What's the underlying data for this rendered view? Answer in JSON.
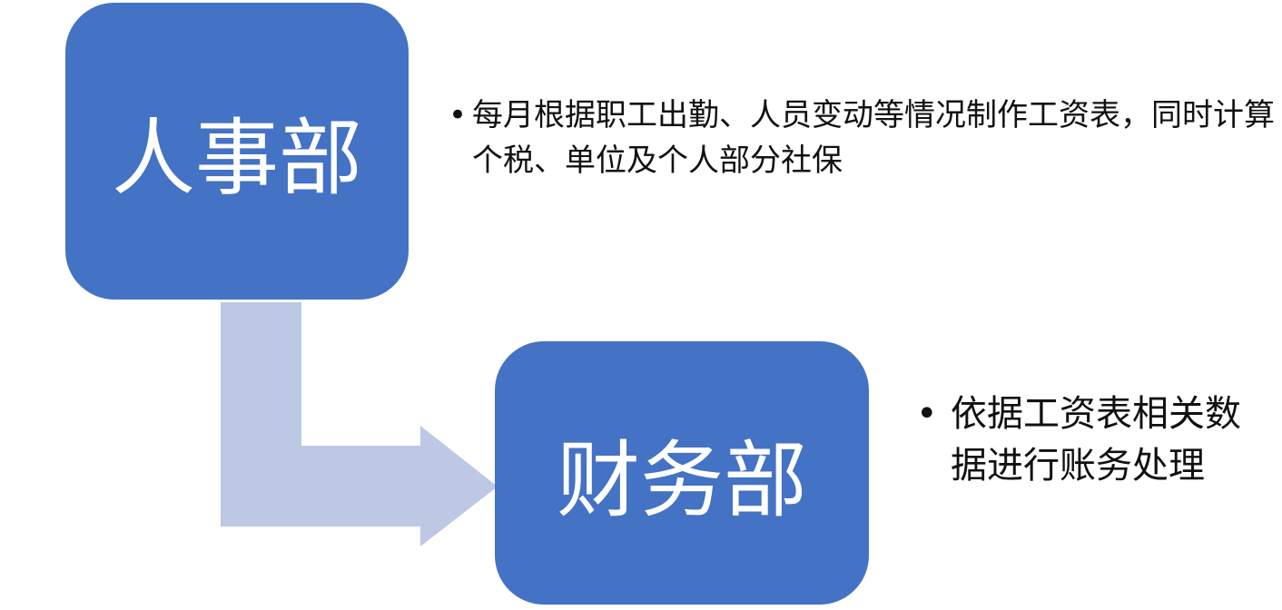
{
  "colors": {
    "box_fill": "#4472c4",
    "arrow_fill": "#bdc8e4",
    "box_text": "#ffffff",
    "body_text": "#111111"
  },
  "nodes": [
    {
      "title": "人事部",
      "description": "每月根据职工出勤、人员变动等情况制作工资表，同时计算个税、单位及个人部分社保"
    },
    {
      "title": "财务部",
      "description": "依据工资表相关数据进行账务处理"
    }
  ],
  "connector": {
    "type": "bent-arrow",
    "from": "人事部",
    "to": "财务部"
  }
}
